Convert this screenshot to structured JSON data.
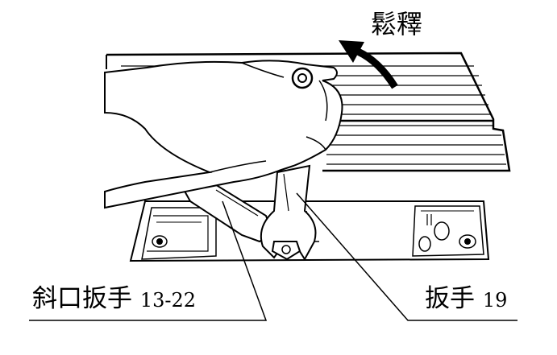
{
  "labels": {
    "loosen": "鬆釋",
    "adjustable_wrench": "斜口扳手",
    "adjustable_wrench_size": "13-22",
    "wrench": "扳手",
    "wrench_size": "19"
  }
}
